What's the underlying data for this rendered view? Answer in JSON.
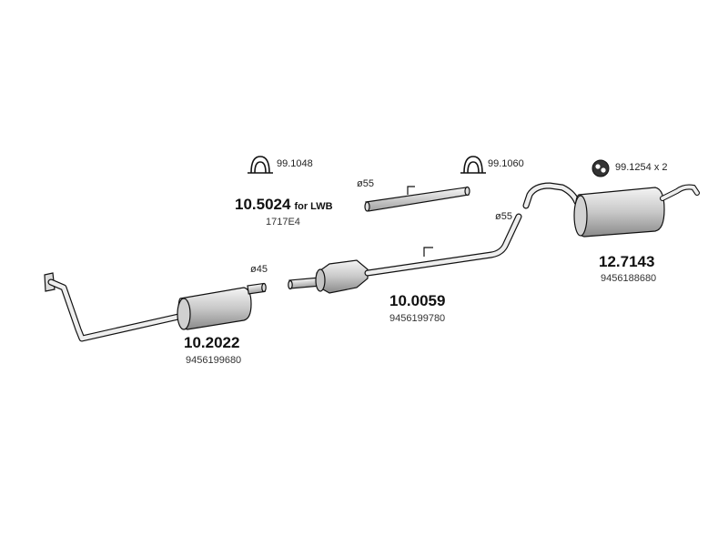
{
  "parts": {
    "front_pipe": {
      "number": "10.2022",
      "oe": "9456199680",
      "diameter": "ø45"
    },
    "cat_pipe": {
      "number": "10.0059",
      "oe": "9456199780",
      "diameter": "ø55"
    },
    "intermediate_pipe": {
      "number": "10.5024",
      "suffix": "for LWB",
      "oe": "1717E4",
      "diameter": "ø55"
    },
    "rear_silencer": {
      "number": "12.7143",
      "oe": "9456188680"
    }
  },
  "clamps": {
    "clamp_a": "99.1048",
    "clamp_b": "99.1060",
    "rubber_mount": "99.1254 x 2"
  },
  "colors": {
    "line": "#111111",
    "fill_light": "#e6e6e6",
    "fill_mid": "#bdbdbd",
    "fill_dark": "#7a7a7a"
  }
}
